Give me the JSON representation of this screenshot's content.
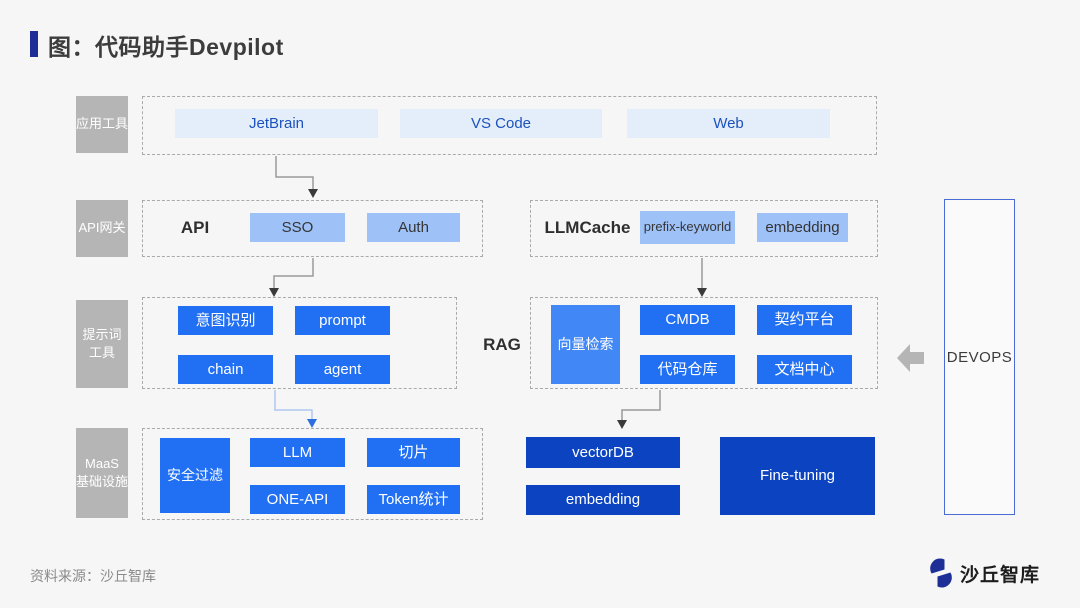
{
  "title": {
    "text": "图：代码助手Devpilot"
  },
  "layers": {
    "app_tools": {
      "label": "应用工具",
      "chips": [
        "JetBrain",
        "VS Code",
        "Web"
      ]
    },
    "api_gateway": {
      "label": "API网关",
      "name": "API",
      "chips": [
        "SSO",
        "Auth"
      ]
    },
    "llm_cache": {
      "name": "LLMCache",
      "chips": [
        "prefix-keyworld",
        "embedding"
      ]
    },
    "prompt_tools": {
      "label": "提示词\n工具",
      "buttons": [
        "意图识别",
        "prompt",
        "chain",
        "agent"
      ]
    },
    "rag": {
      "name": "RAG",
      "side_button": "向量检索",
      "buttons": [
        "CMDB",
        "契约平台",
        "代码仓库",
        "文档中心"
      ]
    },
    "maas": {
      "label": "MaaS\n基础设施",
      "side_button": "安全过滤",
      "buttons": [
        "LLM",
        "切片",
        "ONE-API",
        "Token统计"
      ]
    },
    "storage": {
      "buttons": [
        "vectorDB",
        "embedding"
      ],
      "finetuning": "Fine-tuning"
    },
    "devops": {
      "name": "DEVOPS"
    }
  },
  "footer": {
    "source": "资料来源：沙丘智库",
    "brand": "沙丘智库"
  },
  "colors": {
    "accent_dark": "#1d2f96",
    "chip_light": "#e4eefb",
    "chip_mid": "#9ec1f8",
    "button_blue": "#2170f4",
    "button_blue_light": "#4187f5",
    "button_dark": "#0b43c0",
    "devops_border": "#4a6bd6",
    "label_gray": "#b5b5b5"
  }
}
